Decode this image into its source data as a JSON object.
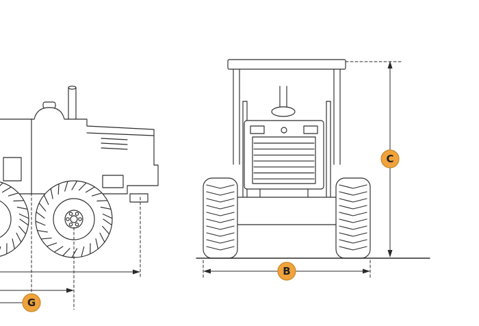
{
  "diagram": {
    "dimension_labels": {
      "b": "B",
      "c": "C",
      "g": "G"
    },
    "colors": {
      "line_color": "#2a2a2a",
      "badge_fill": "#F0A23B",
      "badge_border": "#C8872A",
      "badge_text": "#222222",
      "background": "#ffffff"
    }
  }
}
